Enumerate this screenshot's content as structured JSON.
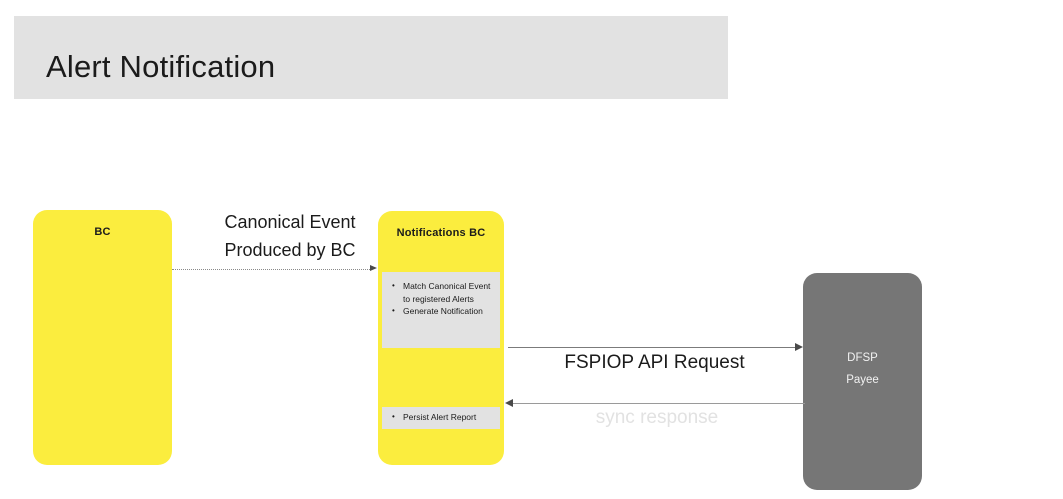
{
  "header": {
    "title": "Alert Notification",
    "background_color": "#e2e2e2",
    "text_color": "#1b1b1b"
  },
  "colors": {
    "lane_yellow": "#fbed3e",
    "lane_gray": "#767676",
    "activity_box": "#e2e2e2",
    "connector": "#7b7b7b",
    "faded_label": "#e2e2e2"
  },
  "lanes": [
    {
      "id": "bc",
      "title": "BC",
      "fill": "#fbed3e",
      "title_color": "#1b1b1b"
    },
    {
      "id": "notifications-bc",
      "title": "Notifications BC",
      "fill": "#fbed3e",
      "title_color": "#1b1b1b",
      "activities": [
        {
          "id": "match-canonical",
          "bullets": [
            "Match Canonical Event to registered Alerts",
            "Generate Notification"
          ]
        },
        {
          "id": "persist-alert-report",
          "bullets": [
            "Persist Alert Report"
          ]
        }
      ]
    },
    {
      "id": "dfsp-payee",
      "title_line_1": "DFSP",
      "title_line_2": "Payee",
      "fill": "#767676",
      "title_color": "#f2f2f2"
    }
  ],
  "connectors": [
    {
      "id": "canonical-event",
      "label": "Canonical Event Produced by BC",
      "label_line_1": "Canonical Event",
      "label_line_2": "Produced by BC",
      "style": "dotted",
      "direction": "right",
      "from": "bc",
      "to": "notifications-bc"
    },
    {
      "id": "fspiop-api-request",
      "label": "FSPIOP API Request",
      "style": "solid",
      "direction": "right",
      "from": "notifications-bc",
      "to": "dfsp-payee"
    },
    {
      "id": "sync-response",
      "label": "sync response",
      "style": "solid",
      "direction": "left",
      "from": "dfsp-payee",
      "to": "notifications-bc"
    }
  ]
}
